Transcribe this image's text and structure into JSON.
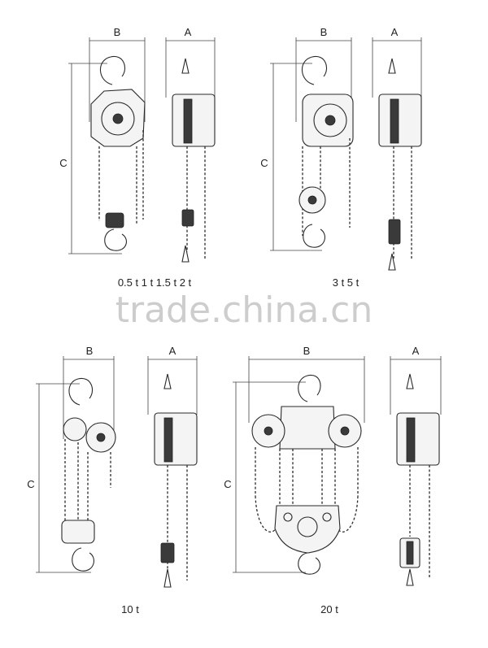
{
  "panels": [
    {
      "b_label": "B",
      "a_label": "A",
      "c_label": "C",
      "caption": "0.5 t   1 t   1.5 t   2 t"
    },
    {
      "b_label": "B",
      "a_label": "A",
      "c_label": "C",
      "caption": "3 t   5 t"
    },
    {
      "b_label": "B",
      "a_label": "A",
      "c_label": "C",
      "caption": "10 t"
    },
    {
      "b_label": "B",
      "a_label": "A",
      "c_label": "C",
      "caption": "20 t"
    }
  ],
  "watermark": "trade.china.cn"
}
